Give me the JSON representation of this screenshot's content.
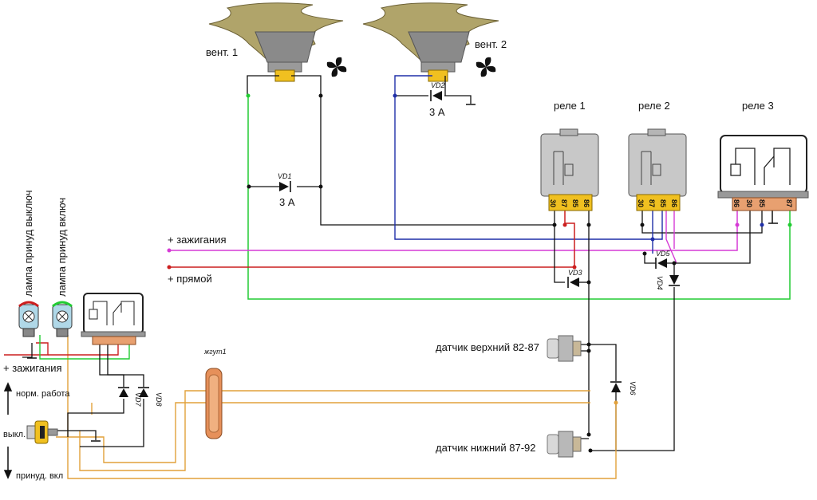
{
  "fans": [
    {
      "label": "вент. 1"
    },
    {
      "label": "вент. 2"
    }
  ],
  "relays": [
    {
      "label": "реле 1",
      "pins": [
        "30",
        "87",
        "85",
        "86"
      ]
    },
    {
      "label": "реле 2",
      "pins": [
        "30",
        "87",
        "85",
        "86"
      ]
    },
    {
      "label": "реле 3",
      "pins": [
        "86",
        "30",
        "85",
        "87"
      ]
    }
  ],
  "diodes": [
    {
      "name": "VD1",
      "rating": "3 А"
    },
    {
      "name": "VD2",
      "rating": "3 А"
    },
    {
      "name": "VD3"
    },
    {
      "name": "VD4"
    },
    {
      "name": "VD5"
    },
    {
      "name": "VD6"
    },
    {
      "name": "VD7"
    },
    {
      "name": "VD8"
    }
  ],
  "power": {
    "ignition": "+ зажигания",
    "direct": "+ прямой",
    "ignition_left": "+ зажигания"
  },
  "sensors": {
    "upper": "датчик верхний 82-87",
    "lower": "датчик нижний 87-92"
  },
  "lamps": {
    "off": "лампа принуд выключ",
    "on": "лампа принуд включ"
  },
  "harness": "жгут1",
  "switch_modes": {
    "normal": "норм. работа",
    "off": "выкл.",
    "forced_on": "принуд. вкл"
  },
  "colors": {
    "green": "#22cc33",
    "blue": "#1f2fa8",
    "magenta": "#d63ad6",
    "red": "#cc1f1f",
    "orange": "#e2a13a",
    "black": "#111111"
  }
}
